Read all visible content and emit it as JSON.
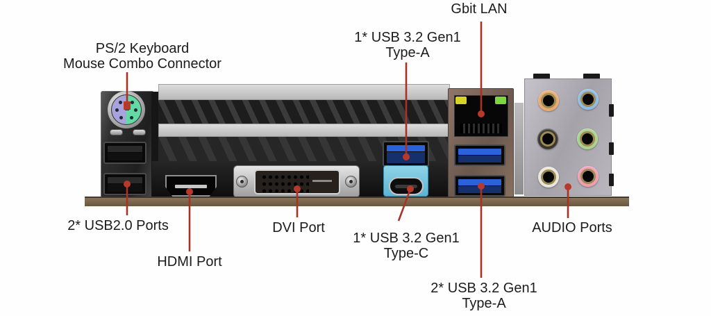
{
  "colors": {
    "leader": "#a93226",
    "label_text": "#1b1b1b",
    "usb3_blue": "#2b62d9",
    "typec_teal": "#8fd4e8",
    "ps2_purple": "#a8a3dc",
    "ps2_green": "#63d9a4",
    "lan_bronze": "#8f7668",
    "led_yellow": "#d8d425",
    "led_green": "#7ed63f",
    "audio_orange": "#e9a96d",
    "audio_blue": "#8cbce4",
    "audio_black": "#3a3531",
    "audio_green": "#a9d28c",
    "audio_white": "#eae6dc",
    "audio_pink": "#f29cb2",
    "pcb_brown": "#8a7458"
  },
  "labels": {
    "ps2": {
      "line1": "PS/2 Keyboard",
      "line2": "Mouse Combo Connector"
    },
    "usb20": {
      "line1": "2* USB2.0 Ports"
    },
    "hdmi": {
      "line1": "HDMI Port"
    },
    "dvi": {
      "line1": "DVI Port"
    },
    "usb32_a_top": {
      "line1": "1* USB 3.2 Gen1",
      "line2": "Type-A"
    },
    "usb32_c": {
      "line1": "1* USB 3.2 Gen1",
      "line2": "Type-C"
    },
    "lan": {
      "line1": "Gbit LAN"
    },
    "usb32_a_bottom": {
      "line1": "2* USB 3.2 Gen1",
      "line2": "Type-A"
    },
    "audio": {
      "line1": "AUDIO Ports"
    }
  }
}
